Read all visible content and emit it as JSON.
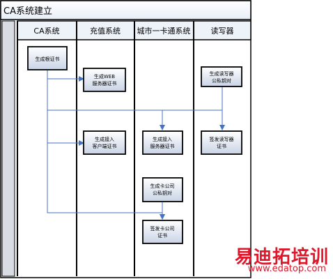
{
  "title": "CA系统建立",
  "lanes": [
    {
      "header": "CA系统"
    },
    {
      "header": "充值系统"
    },
    {
      "header": "城市一卡通系统"
    },
    {
      "header": "读写器"
    }
  ],
  "boxes": [
    {
      "id": "root",
      "line1": "生成根证书",
      "line2": ""
    },
    {
      "id": "web",
      "line1": "生成WEB",
      "line2": "服务器证书"
    },
    {
      "id": "readerkey",
      "line1": "生成读写器",
      "line2": "公私钥对"
    },
    {
      "id": "access_client",
      "line1": "生成接入",
      "line2": "客户端证书"
    },
    {
      "id": "access_server",
      "line1": "生成接入",
      "line2": "服务器证书"
    },
    {
      "id": "readercert",
      "line1": "签发读写器",
      "line2": "证书"
    },
    {
      "id": "cardkey",
      "line1": "生成卡公司",
      "line2": "公私钥对"
    },
    {
      "id": "cardcert",
      "line1": "签发卡公司",
      "line2": "证书"
    }
  ],
  "watermark": {
    "main": "易迪拓培训",
    "url": "www.edatop.com"
  },
  "colors": {
    "line": "#4472c4",
    "frame": "#000000",
    "box_top": "#ffffff",
    "box_bottom": "#c9d4e6",
    "header_bg": "#eef3fa"
  }
}
